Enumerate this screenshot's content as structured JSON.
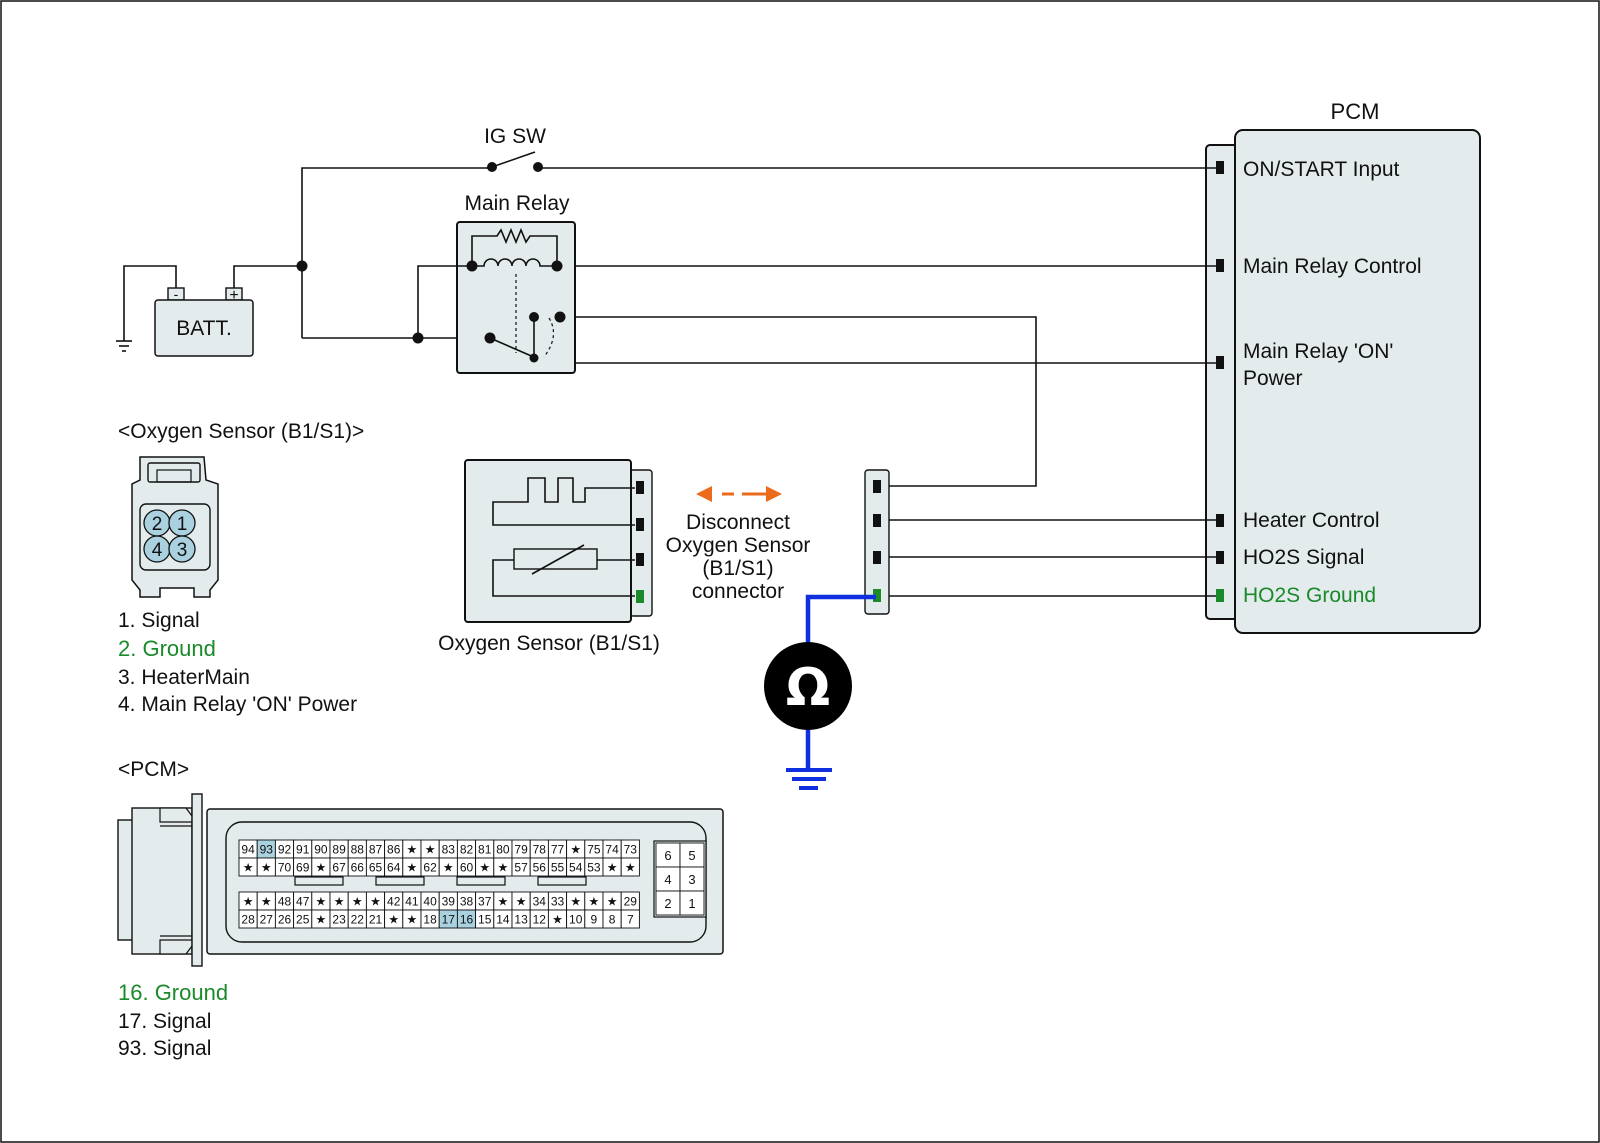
{
  "colors": {
    "ground_green": "#1a8a2a",
    "highlight_blue": "#a9d1df",
    "box_fill": "#e3ebec",
    "meter_wire": "#1030e0",
    "arrow_orange": "#ec6a1c"
  },
  "pcm": {
    "title": "PCM",
    "terminals": {
      "on_start": "ON/START Input",
      "main_relay_control": "Main Relay Control",
      "main_relay_on_power_1": "Main Relay 'ON'",
      "main_relay_on_power_2": "Power",
      "heater_control": "Heater Control",
      "ho2s_signal": "HO2S  Signal",
      "ho2s_ground": "HO2S  Ground"
    }
  },
  "ig_sw": "IG SW",
  "main_relay": "Main Relay",
  "battery": {
    "label": "BATT.",
    "minus": "-",
    "plus": "+"
  },
  "sensor": {
    "connector_title": "<Oxygen Sensor (B1/S1)>",
    "caption": "Oxygen Sensor (B1/S1)",
    "pins": [
      "2",
      "1",
      "4",
      "3"
    ],
    "legend": [
      {
        "text": "1. Signal",
        "highlight": false
      },
      {
        "text": "2. Ground",
        "highlight": true
      },
      {
        "text": "3. HeaterMain",
        "highlight": false
      },
      {
        "text": "4. Main Relay 'ON' Power",
        "highlight": false
      }
    ]
  },
  "disconnect_note": [
    "Disconnect",
    "Oxygen Sensor",
    "(B1/S1)",
    "connector"
  ],
  "ohmmeter_symbol": "Ω",
  "pcm_connector": {
    "title": "<PCM>",
    "rows": [
      [
        "94",
        "93",
        "92",
        "91",
        "90",
        "89",
        "88",
        "87",
        "86",
        "★",
        "★",
        "83",
        "82",
        "81",
        "80",
        "79",
        "78",
        "77",
        "★",
        "75",
        "74",
        "73"
      ],
      [
        "★",
        "★",
        "70",
        "69",
        "★",
        "67",
        "66",
        "65",
        "64",
        "★",
        "62",
        "★",
        "60",
        "★",
        "★",
        "57",
        "56",
        "55",
        "54",
        "53",
        "★",
        "★"
      ],
      [
        "★",
        "★",
        "48",
        "47",
        "★",
        "★",
        "★",
        "★",
        "42",
        "41",
        "40",
        "39",
        "38",
        "37",
        "★",
        "★",
        "34",
        "33",
        "★",
        "★",
        "★",
        "29"
      ],
      [
        "28",
        "27",
        "26",
        "25",
        "★",
        "23",
        "22",
        "21",
        "★",
        "★",
        "18",
        "17",
        "16",
        "15",
        "14",
        "13",
        "12",
        "★",
        "10",
        "9",
        "8",
        "7"
      ]
    ],
    "highlighted": [
      "93",
      "17",
      "16"
    ],
    "small_block": [
      [
        "6",
        "5"
      ],
      [
        "4",
        "3"
      ],
      [
        "2",
        "1"
      ]
    ],
    "legend": [
      {
        "text": "16. Ground",
        "highlight": true
      },
      {
        "text": "17. Signal",
        "highlight": false
      },
      {
        "text": "93. Signal",
        "highlight": false
      }
    ]
  }
}
